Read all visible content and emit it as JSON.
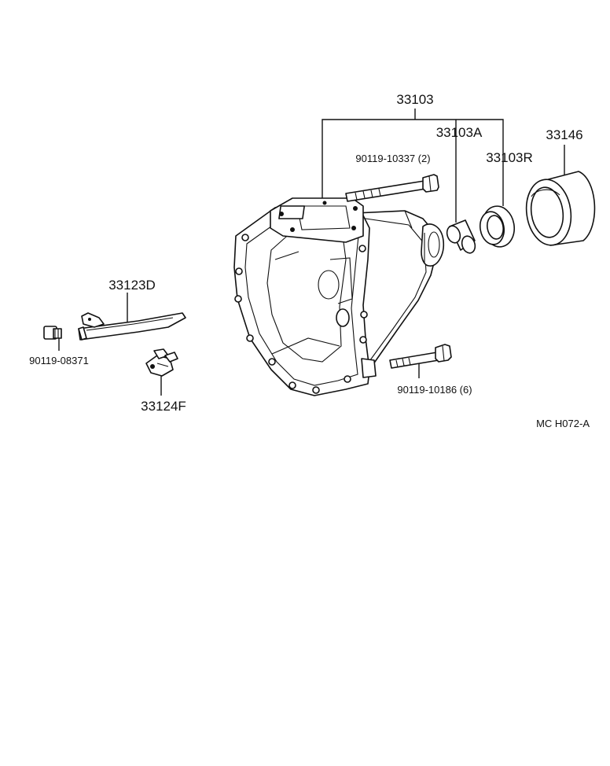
{
  "labels": {
    "assembly": "33103",
    "sub_a": "33103A",
    "sub_r": "33103R",
    "cover": "33146",
    "bolt_top": "90119-10337 (2)",
    "bolt_bottom": "90119-10186 (6)",
    "fork": "33123D",
    "bolt_small": "90119-08371",
    "clip": "33124F",
    "drawing_code": "MC H072-A"
  },
  "colors": {
    "ink": "#111111",
    "paper": "#ffffff"
  }
}
